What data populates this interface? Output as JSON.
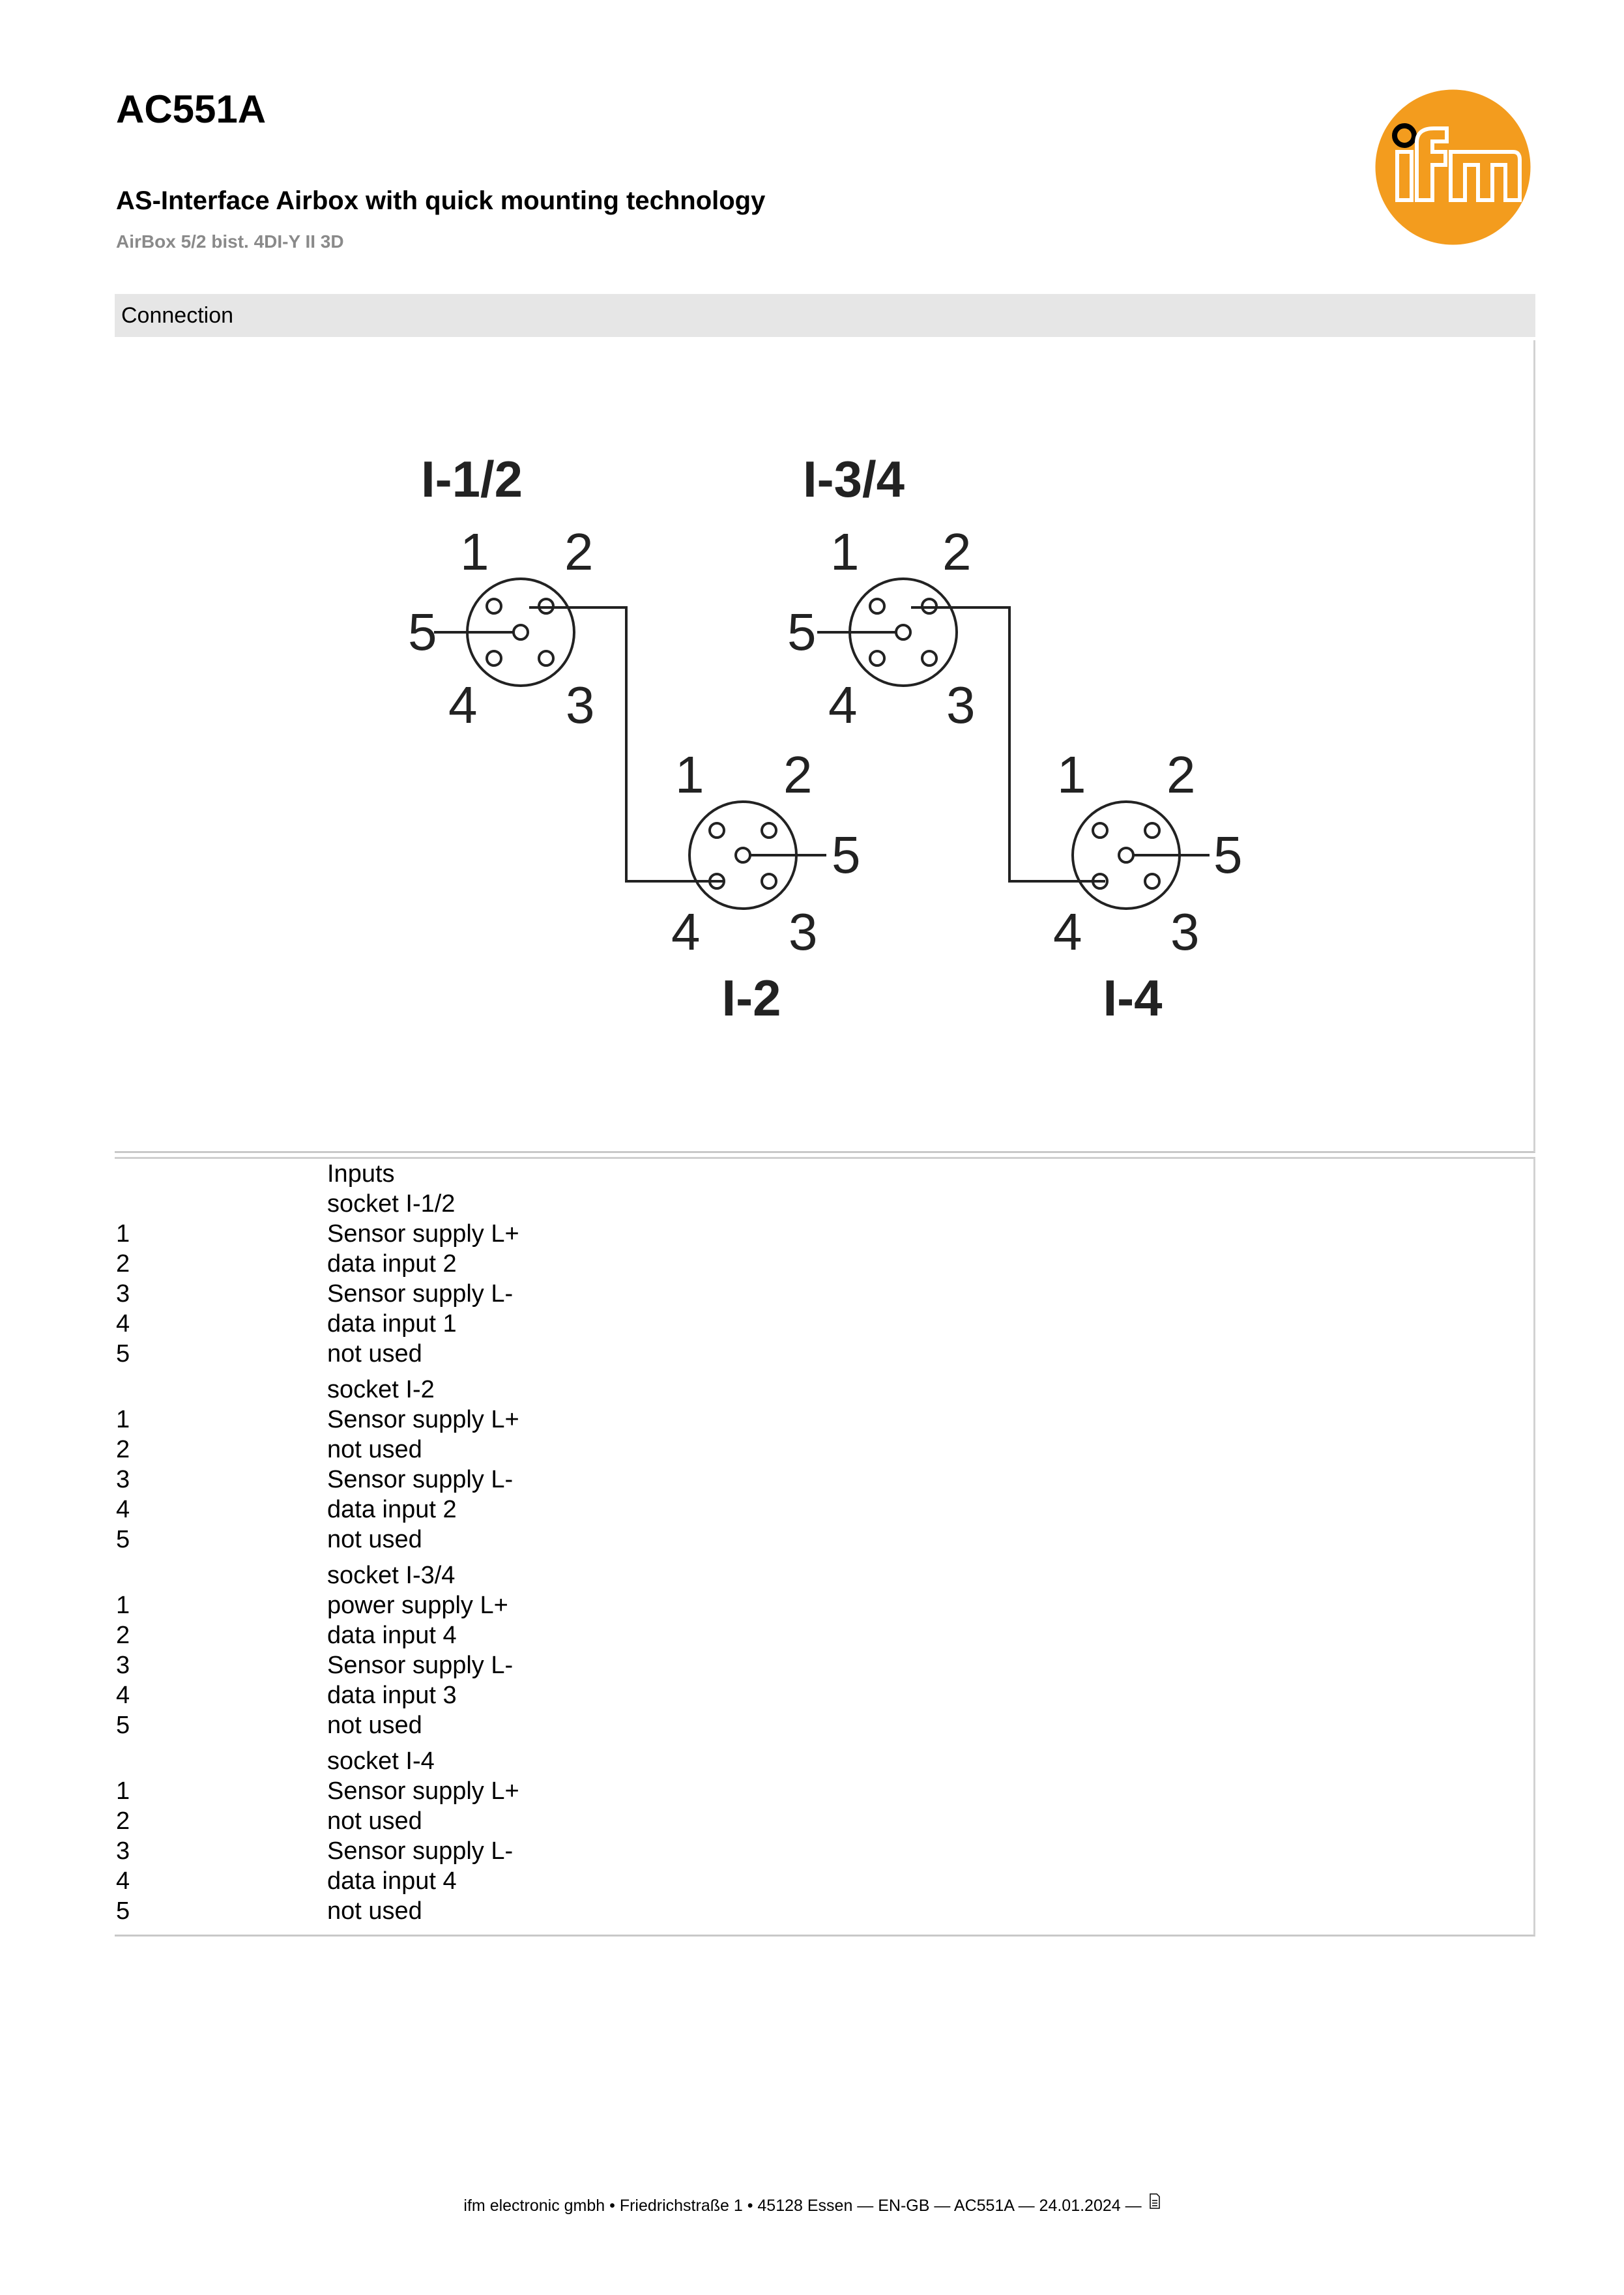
{
  "header": {
    "product_code": "AC551A",
    "title": "AS-Interface Airbox with quick mounting technology",
    "variant": "AirBox 5/2 bist. 4DI-Y II 3D",
    "brand_color": "#f39c1e"
  },
  "connection": {
    "section_title": "Connection",
    "diagram": {
      "labels": {
        "socket_a": "I-1/2",
        "socket_b": "I-2",
        "socket_c": "I-3/4",
        "socket_d": "I-4"
      },
      "pins": [
        "1",
        "2",
        "3",
        "4",
        "5"
      ]
    }
  },
  "pinout": {
    "heading": "Inputs",
    "groups": [
      {
        "title": "socket I-1/2",
        "pins": [
          {
            "no": "1",
            "function": "Sensor supply L+"
          },
          {
            "no": "2",
            "function": "data input 2"
          },
          {
            "no": "3",
            "function": "Sensor supply L-"
          },
          {
            "no": "4",
            "function": "data input 1"
          },
          {
            "no": "5",
            "function": "not used"
          }
        ]
      },
      {
        "title": "socket I-2",
        "pins": [
          {
            "no": "1",
            "function": "Sensor supply L+"
          },
          {
            "no": "2",
            "function": "not used"
          },
          {
            "no": "3",
            "function": "Sensor supply L-"
          },
          {
            "no": "4",
            "function": "data input 2"
          },
          {
            "no": "5",
            "function": "not used"
          }
        ]
      },
      {
        "title": "socket I-3/4",
        "pins": [
          {
            "no": "1",
            "function": "power supply L+"
          },
          {
            "no": "2",
            "function": "data input 4"
          },
          {
            "no": "3",
            "function": "Sensor supply L-"
          },
          {
            "no": "4",
            "function": "data input 3"
          },
          {
            "no": "5",
            "function": "not used"
          }
        ]
      },
      {
        "title": "socket I-4",
        "pins": [
          {
            "no": "1",
            "function": "Sensor supply L+"
          },
          {
            "no": "2",
            "function": "not used"
          },
          {
            "no": "3",
            "function": "Sensor supply L-"
          },
          {
            "no": "4",
            "function": "data input 4"
          },
          {
            "no": "5",
            "function": "not used"
          }
        ]
      }
    ]
  },
  "footer": {
    "text": "ifm electronic gmbh • Friedrichstraße 1 • 45128 Essen — EN-GB — AC551A — 24.01.2024 —",
    "icon": "document-page-icon"
  }
}
